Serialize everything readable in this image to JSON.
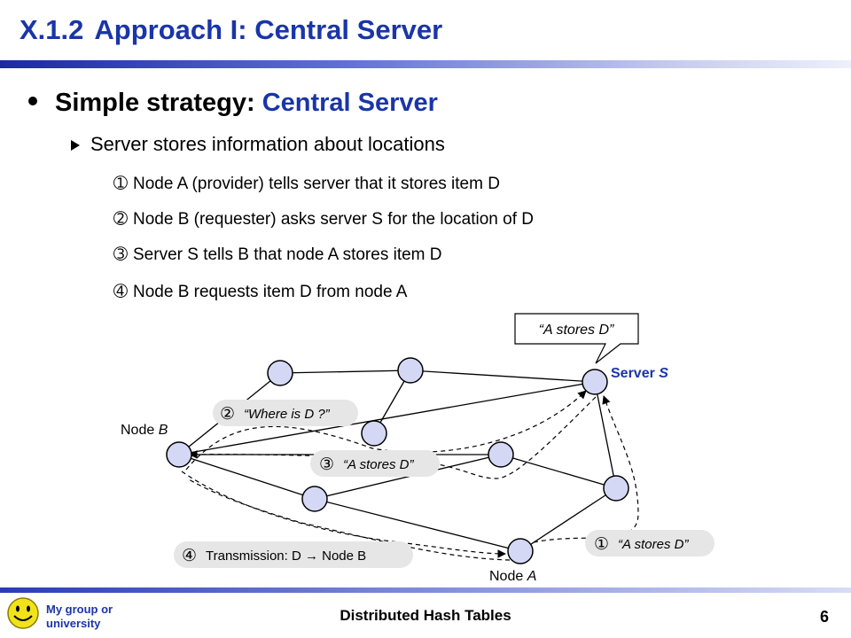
{
  "slide": {
    "number": "X.1.2",
    "title": "Approach I: Central Server",
    "bullet_prefix": "Simple strategy: ",
    "bullet_accent": "Central Server",
    "sub_bullet": "Server stores information about locations",
    "steps": [
      {
        "marker": "➀",
        "text": "Node A (provider) tells server that it stores item D"
      },
      {
        "marker": "➁",
        "text": "Node B (requester) asks server S for the location of D"
      },
      {
        "marker": "➂",
        "text": "Server S tells B that node A stores item D"
      },
      {
        "marker": "➃",
        "text": "Node B requests item D from node A"
      }
    ]
  },
  "diagram": {
    "callout_server": "“A stores D”",
    "server_label_prefix": "Server ",
    "server_label_var": "S",
    "node_b_prefix": "Node ",
    "node_b_var": "B",
    "node_a_prefix": "Node ",
    "node_a_var": "A",
    "messages": [
      {
        "marker": "②",
        "text": "“Where is D ?”"
      },
      {
        "marker": "③",
        "text": "“A stores D”"
      },
      {
        "marker": "④",
        "text": "Transmission: D → Node B"
      },
      {
        "marker": "①",
        "text": "“A stores D”"
      }
    ]
  },
  "footer": {
    "org_line1": "My group or",
    "org_line2": "university",
    "title": "Distributed Hash Tables",
    "page": "6"
  },
  "colors": {
    "title_blue": "#1a35a8",
    "node_fill": "#d4d8f5",
    "pill_fill": "#e6e6e6"
  }
}
